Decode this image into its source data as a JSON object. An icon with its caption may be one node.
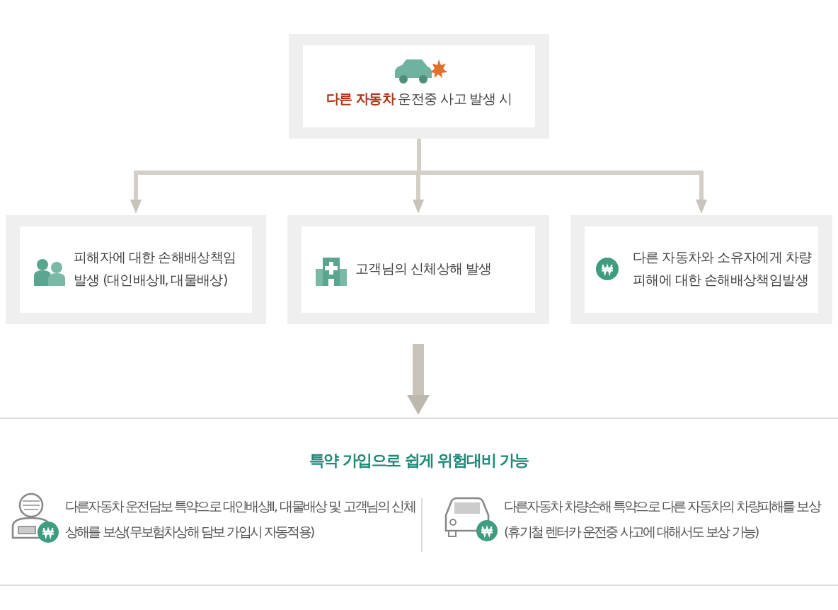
{
  "diagram": {
    "nodes": [
      {
        "text": [
          "**다른 자동차** 운전중 사고 발생 시"
        ]
      },
      {
        "text": [
          "피해자에 대한 손해배상책임 발생 (대인배상Ⅱ, 대물배상)"
        ]
      },
      {
        "text": [
          "고객님의 신체상해 발생"
        ]
      },
      {
        "text": [
          "다른 자동차와 소유자에게 차량 피해에 대한 손해배상책임발생"
        ]
      },
      {
        "text": [
          "특약 가입으로 쉽게 위험대비 가능"
        ]
      }
    ],
    "edges": [
      {
        "from": 0,
        "to": 1,
        "arrow": "to"
      },
      {
        "from": 0,
        "to": 2,
        "arrow": "to"
      },
      {
        "from": 0,
        "to": 3,
        "arrow": "to"
      },
      {
        "from": 2,
        "to": 4,
        "arrow": "to",
        "style": "thick"
      }
    ],
    "labels": [
      "다른자동차 운전담보 특약으로 대인배상Ⅱ, 대물배상 및 고객님의 신체상해를 보상(무보험차상해 담보 가입시 자동적용)",
      "다른자동차 차량손해 특약으로 다른 자동차의 차량피해를 보상 (휴기철 렌터카 운전중 사고에 대해서도 보상 가능)"
    ]
  }
}
